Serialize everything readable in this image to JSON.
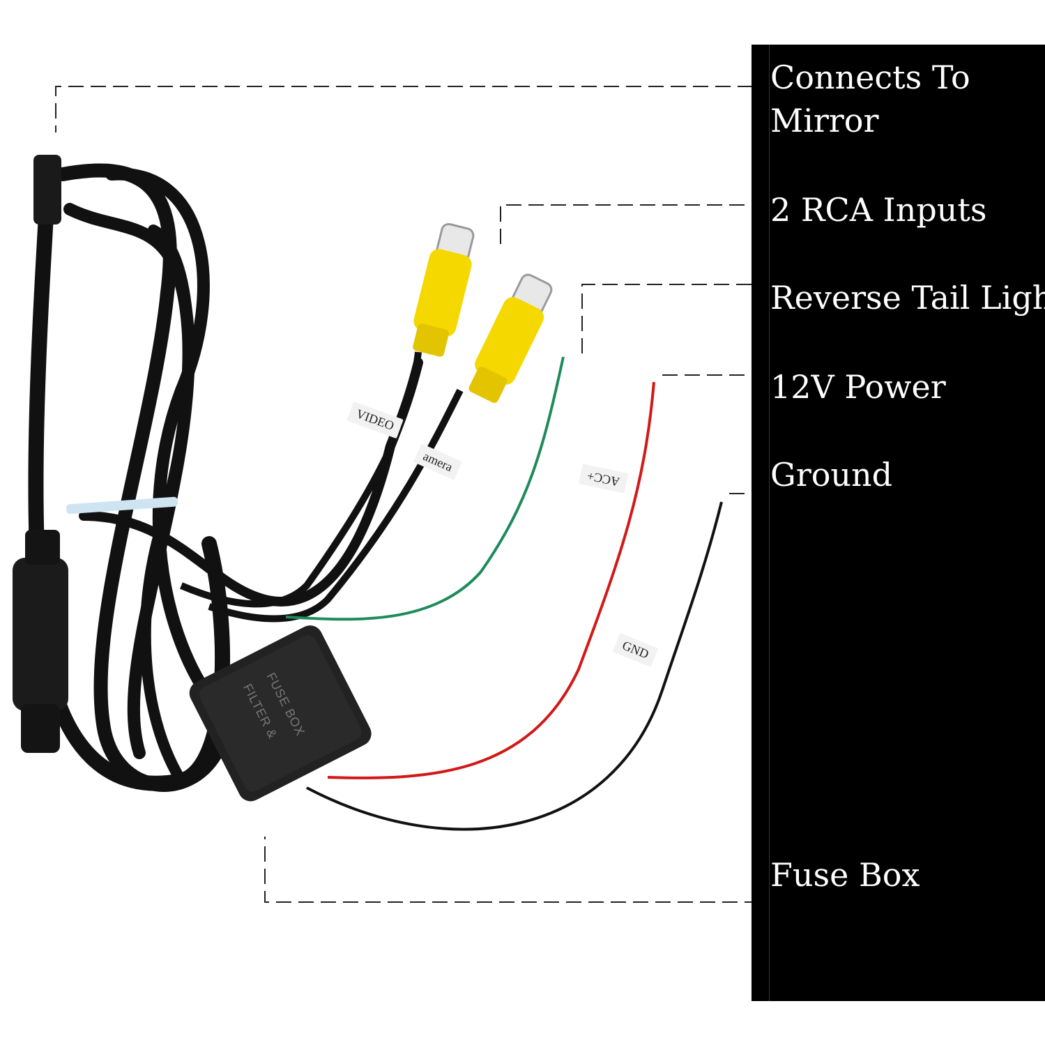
{
  "callouts": [
    {
      "id": "mirror",
      "text": "Connects To Mirror"
    },
    {
      "id": "rca",
      "text": "2 RCA Inputs"
    },
    {
      "id": "reverse",
      "text": "Reverse Tail Light"
    },
    {
      "id": "power",
      "text": "12V Power"
    },
    {
      "id": "ground",
      "text": "Ground"
    },
    {
      "id": "fuse",
      "text": "Fuse Box"
    }
  ],
  "wire_tags": {
    "video": "VIDEO",
    "camera": "amera",
    "acc": "ACC+",
    "gnd": "GND"
  },
  "box_text": {
    "line1": "FILTER &",
    "line2": "FUSE BOX"
  },
  "colors": {
    "panel": "#000000",
    "cable": "#111111",
    "rca": "#f5d800",
    "green_wire": "#1f8a5a",
    "red_wire": "#d21818",
    "leader": "#222222"
  }
}
